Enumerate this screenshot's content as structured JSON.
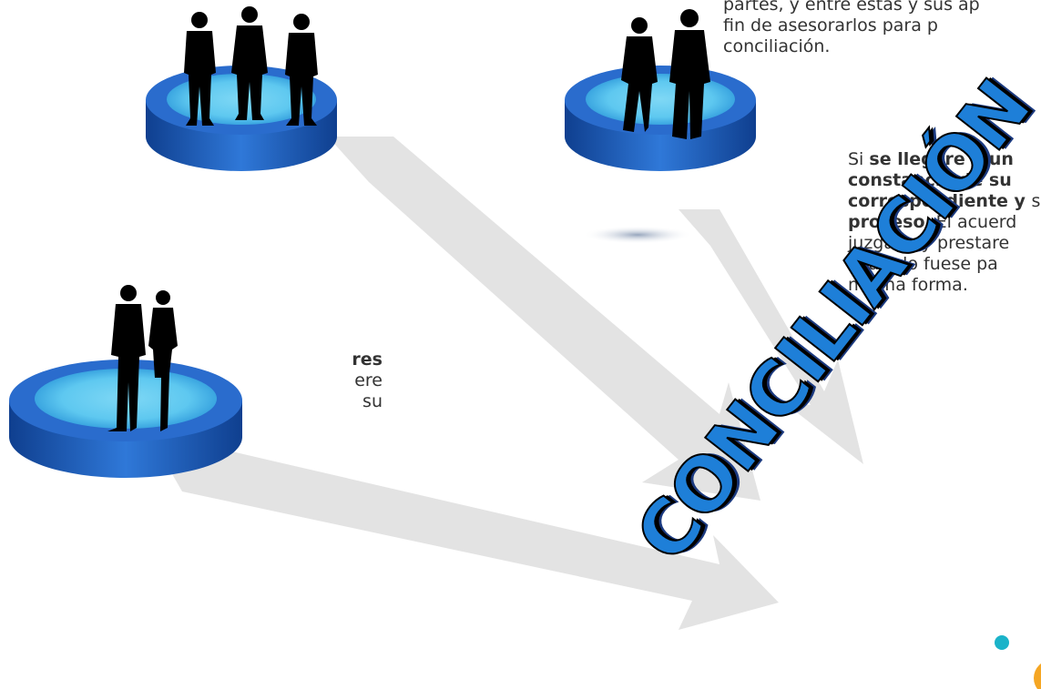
{
  "text_top": {
    "line1": "partes, y entre éstas y sus ap",
    "line2": "fin  de  asesorarlos  para  p",
    "line3": "conciliación."
  },
  "text_right": {
    "l1_a": "Si ",
    "l1_b": "se llegare a un",
    "l2_b": "constancia de su",
    "l3_b": "correspondiente y ",
    "l3_c": "s",
    "l4_b": "proceso",
    "l4_c": ". El acuerd",
    "l5": "juzgada  y  prestare",
    "l6": "acuerdo  fuese  pa",
    "l7": "misma forma."
  },
  "text_left": {
    "l1": "res",
    "l2": "ere",
    "l3": "su"
  },
  "word_art": "CONCILIACIÓN",
  "colors": {
    "platform_top": "#5ec8f0",
    "platform_side": "#1f5fb8",
    "arrow": "#e3e3e3",
    "word_art": "#1e7fd8",
    "dot_teal": "#1bb3c9",
    "dot_orange": "#f5a623"
  }
}
